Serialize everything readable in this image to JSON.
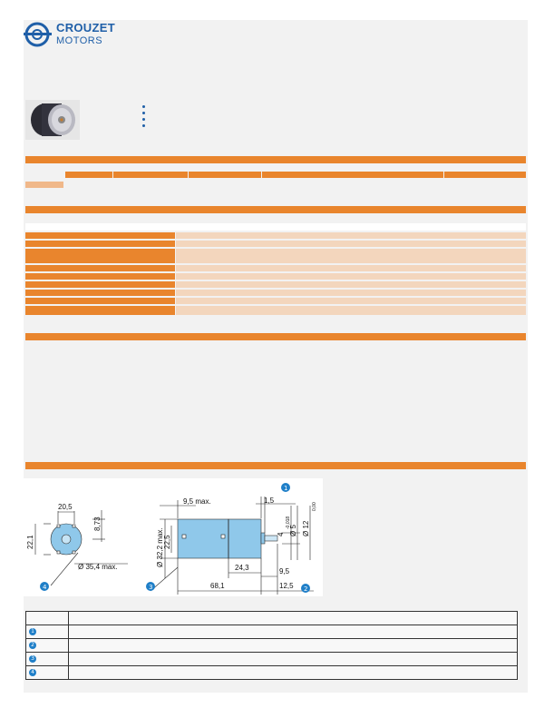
{
  "brand": {
    "line1": "CROUZET",
    "line2": "MOTORS",
    "logo_color": "#1f5fa8"
  },
  "colors": {
    "accent": "#e9852d",
    "accent_light": "#f3d6bd",
    "page_bg": "#f2f2f2",
    "marker": "#1f7fc8"
  },
  "product": {
    "image_name": "motor-photo",
    "bullet_count": 4
  },
  "drawing": {
    "front_view": {
      "width_label": "20,5",
      "offset_label": "8,73",
      "height_label": "22,1",
      "diameter_label": "Ø 35,4 max.",
      "marker": "4"
    },
    "side_view": {
      "offset_label": "9,5 max.",
      "flange_label": "1,5",
      "body_dia_label": "Ø 32,2 max.",
      "inner_label": "22,5",
      "flat_label": "4",
      "shaft_dia_label": "Ø 5",
      "shaft_tol_label": "-0,018",
      "boss_dia_label": "Ø 12",
      "boss_tol_label": "0,00",
      "mid_label": "24,3",
      "shaft_len_label": "9,5",
      "total_label": "68,1",
      "tip_label": "12,5",
      "marker_top": "1",
      "marker_bottom_right": "2",
      "marker_bottom_left": "3"
    }
  },
  "legend": {
    "markers": [
      "1",
      "2",
      "3",
      "4"
    ]
  }
}
